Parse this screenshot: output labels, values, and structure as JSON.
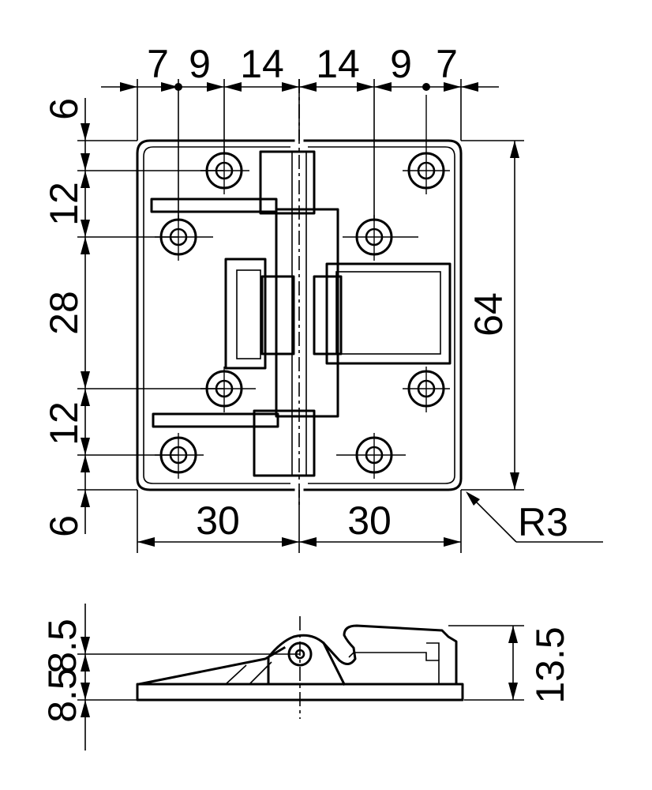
{
  "drawing": {
    "top_dims": [
      "7",
      "9",
      "14",
      "14",
      "9",
      "7"
    ],
    "left_dims": [
      "6",
      "12",
      "28",
      "12",
      "6"
    ],
    "right_dim": "64",
    "bottom_dims": [
      "30",
      "30"
    ],
    "radius_label": "R3",
    "side_dims": [
      "8.5",
      "8.5"
    ],
    "side_height": "13.5"
  }
}
